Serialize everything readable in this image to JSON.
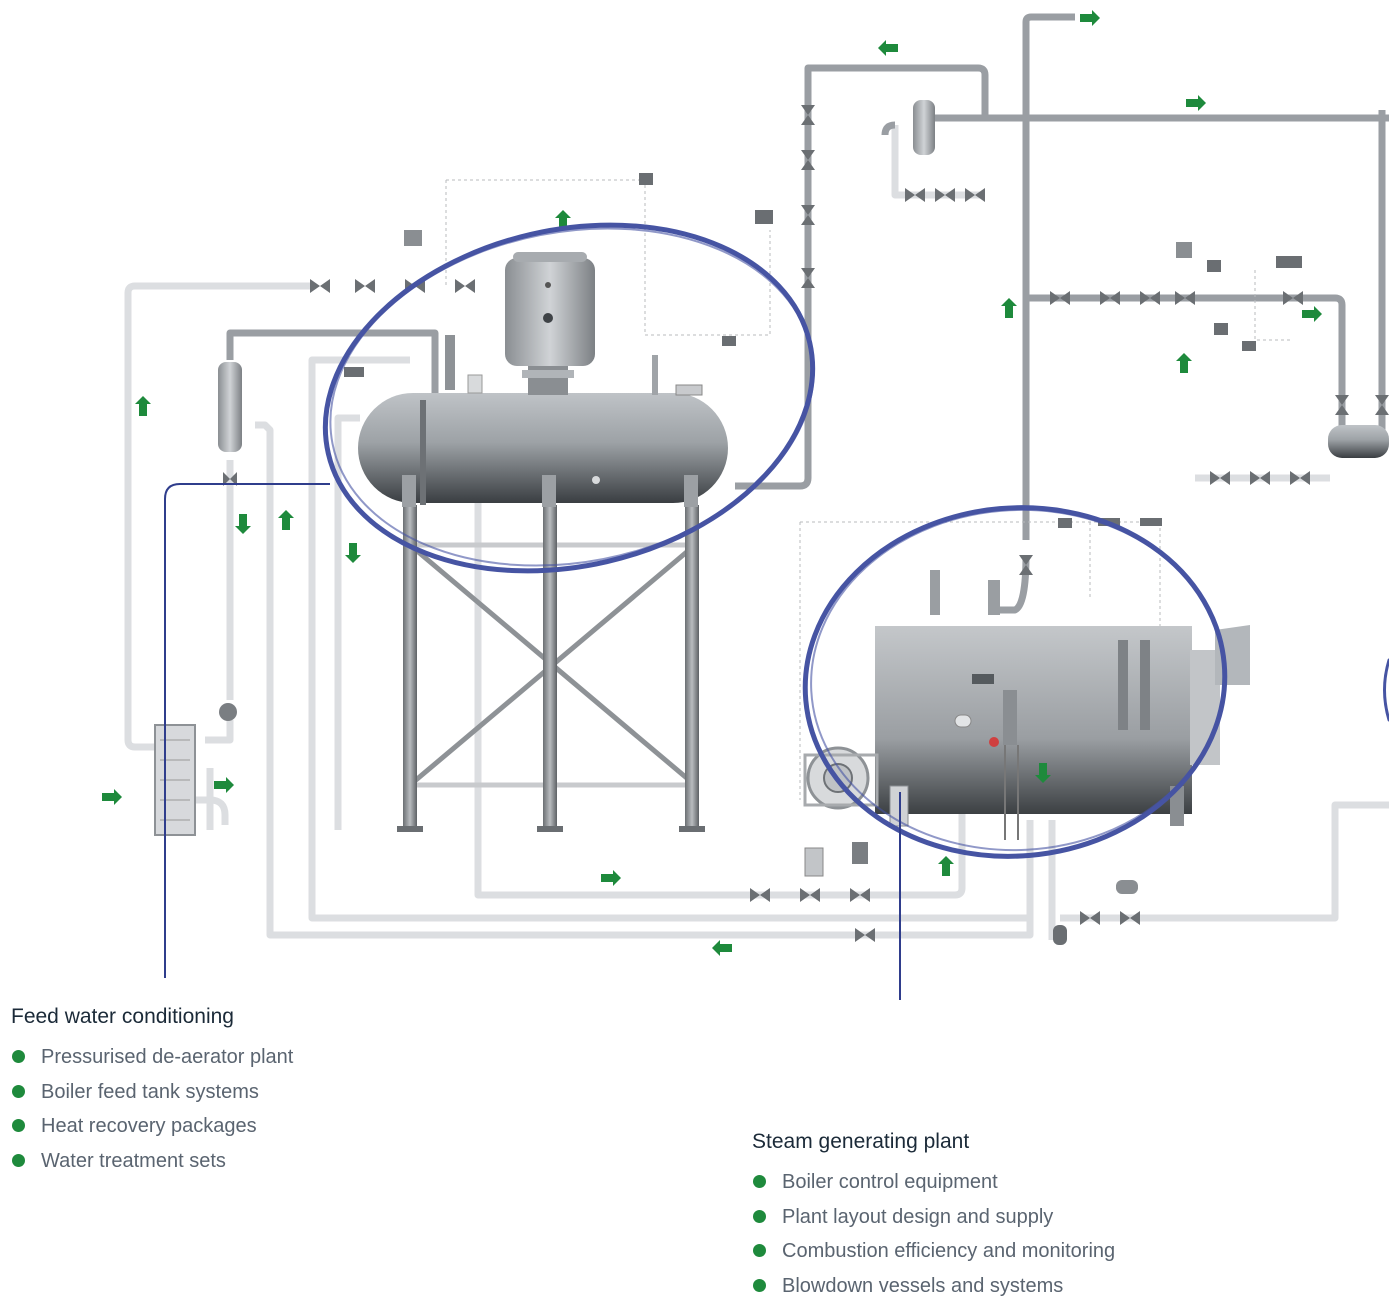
{
  "sections": [
    {
      "title": "Feed water conditioning",
      "items": [
        "Pressurised de-aerator plant",
        "Boiler feed tank systems",
        "Heat recovery packages",
        "Water treatment sets"
      ]
    },
    {
      "title": "Steam generating plant",
      "items": [
        "Boiler control equipment",
        "Plant layout design and supply",
        "Combustion efficiency and monitoring",
        "Blowdown vessels and systems"
      ]
    }
  ],
  "colors": {
    "highlight_ellipse": "#4654a3",
    "callout_line": "#2f3d8c",
    "flow_arrow": "#1e8a3c",
    "pipe_dark": "#9a9ea3",
    "pipe_light": "#dcdee1",
    "bullet": "#1e8a3c"
  }
}
